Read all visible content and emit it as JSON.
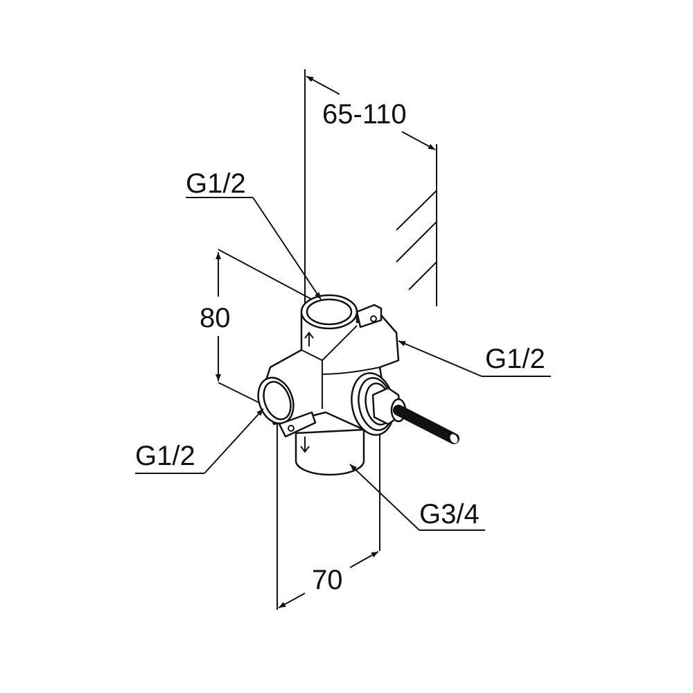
{
  "drawing": {
    "dimensions": {
      "wall_depth": "65-110",
      "height": "80",
      "width": "70"
    },
    "connections": {
      "top": "G1/2",
      "right": "G1/2",
      "left": "G1/2",
      "bottom": "G3/4"
    }
  }
}
